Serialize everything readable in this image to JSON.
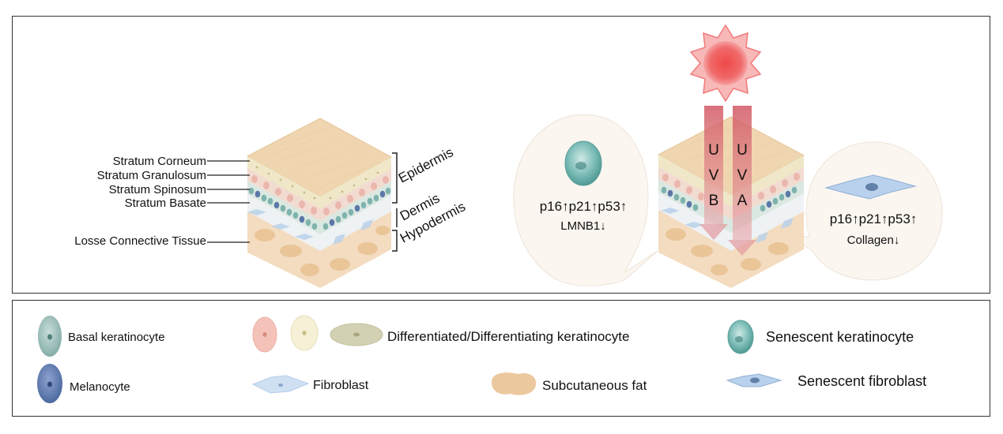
{
  "layer_labels": {
    "stratum_corneum": "Stratum Corneum",
    "stratum_granulosum": "Stratum Granulosum",
    "stratum_spinosum": "Stratum Spinosum",
    "stratum_basate": "Stratum Basate",
    "loose_connective_tissue": "Losse Connective Tissue"
  },
  "bracket_labels": {
    "epidermis": "Epidermis",
    "dermis": "Dermis",
    "hypodermis": "Hypodermis"
  },
  "uv": {
    "uvb": [
      "U",
      "V",
      "B"
    ],
    "uva": [
      "U",
      "V",
      "A"
    ]
  },
  "keratinocyte_bubble": {
    "markers": "p16↑p21↑p53↑",
    "marker_down": "LMNB1↓"
  },
  "fibroblast_bubble": {
    "markers": "p16↑p21↑p53↑",
    "marker_down": "Collagen↓"
  },
  "legend": {
    "basal_keratinocyte": "Basal keratinocyte",
    "melanocyte": "Melanocyte",
    "differentiated": "Differentiated/Differentiating keratinocyte",
    "fibroblast": "Fibroblast",
    "subcutaneous_fat": "Subcutaneous fat",
    "senescent_keratinocyte": "Senescent keratinocyte",
    "senescent_fibroblast": "Senescent fibroblast"
  },
  "colors": {
    "stratum_corneum": "#f0d8b4",
    "granulosum": "#f2ecd2",
    "spinosum": "#f4d6cc",
    "basal": "#8fbcb8",
    "melanocyte": "#5874a8",
    "dermis": "#f7ecdc",
    "hypodermis": "#f3dcc0",
    "fat": "#e9c496",
    "sun": "#f05a5a",
    "uv_beam": "#d9676e",
    "senescent_keratinocyte": "#6fb5b0",
    "fibroblast": "#c8dcf0"
  }
}
